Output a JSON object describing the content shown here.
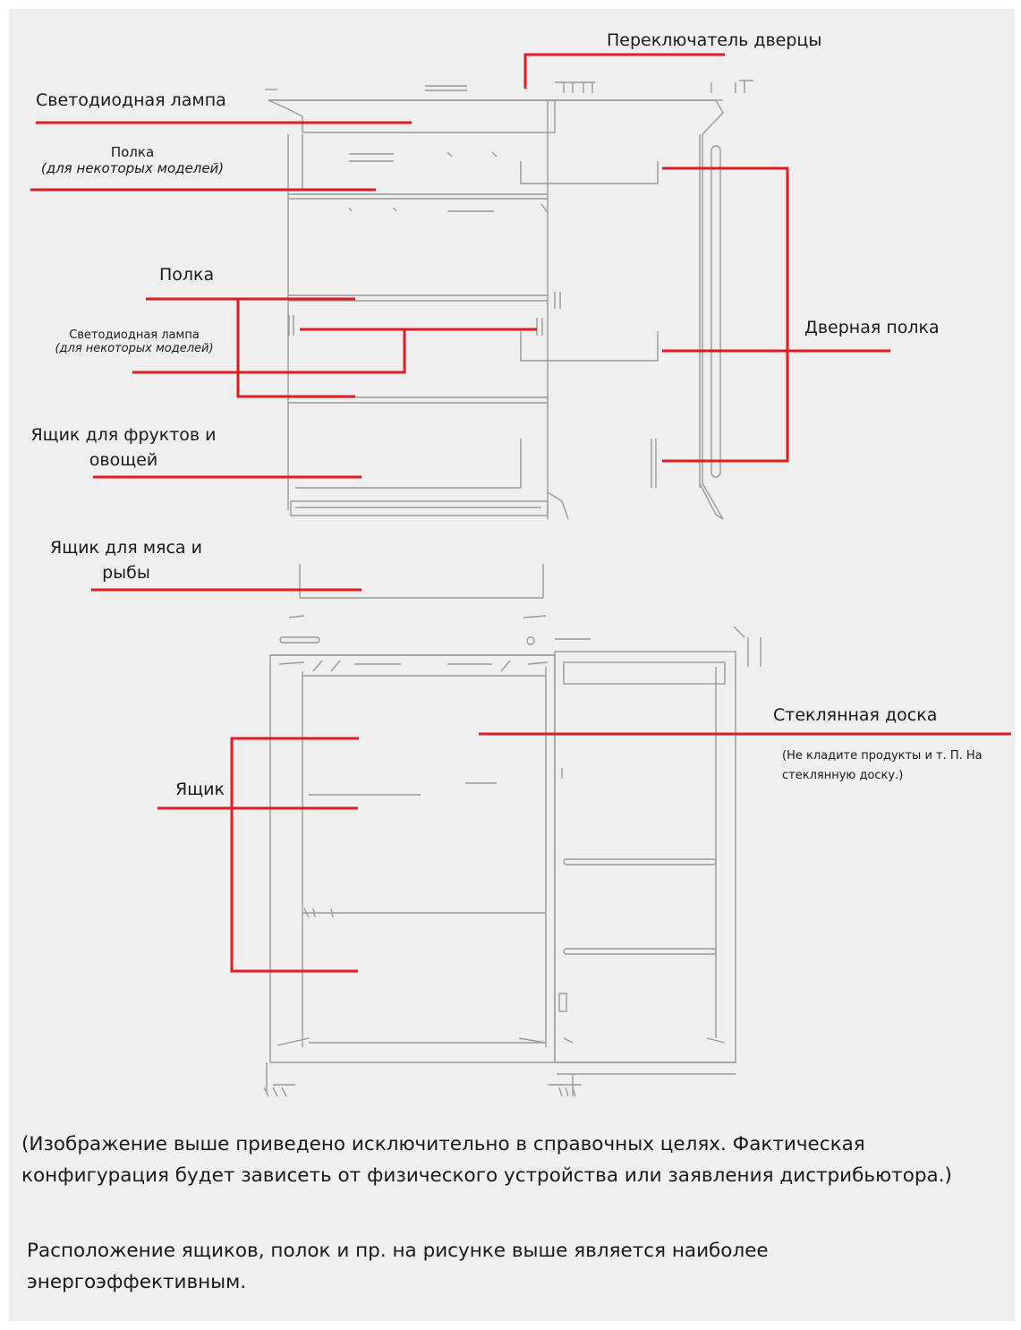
{
  "colors": {
    "leader": "#e21b23",
    "drawing": "#9a9a9a",
    "panel": "#efefef"
  },
  "labels": {
    "door_switch": "Переключатель дверцы",
    "led_top": "Светодиодная лампа",
    "shelf_opt": "Полка",
    "shelf_opt_note": "(для некоторых моделей)",
    "shelf": "Полка",
    "led_opt": "Светодиодная лампа",
    "led_opt_note": "(для некоторых моделей)",
    "door_shelf": "Дверная полка",
    "crisper_line1": "Ящик для фруктов и",
    "crisper_line2": "овощей",
    "meat_line1": "Ящик для мяса и",
    "meat_line2": "рыбы",
    "drawer": "Ящик",
    "glass": "Стеклянная доска",
    "glass_note_line1": "(Не кладите продукты и т. П. На",
    "glass_note_line2": "стеклянную доску.)"
  },
  "notes": {
    "disclaimer": "(Изображение выше приведено исключительно в справочных целях. Фактическая конфигурация будет зависеть от физического устройства или заявления дистрибьютора.)",
    "efficiency": "Расположение ящиков, полок и пр. на рисунке выше является наиболее энергоэффективным."
  }
}
